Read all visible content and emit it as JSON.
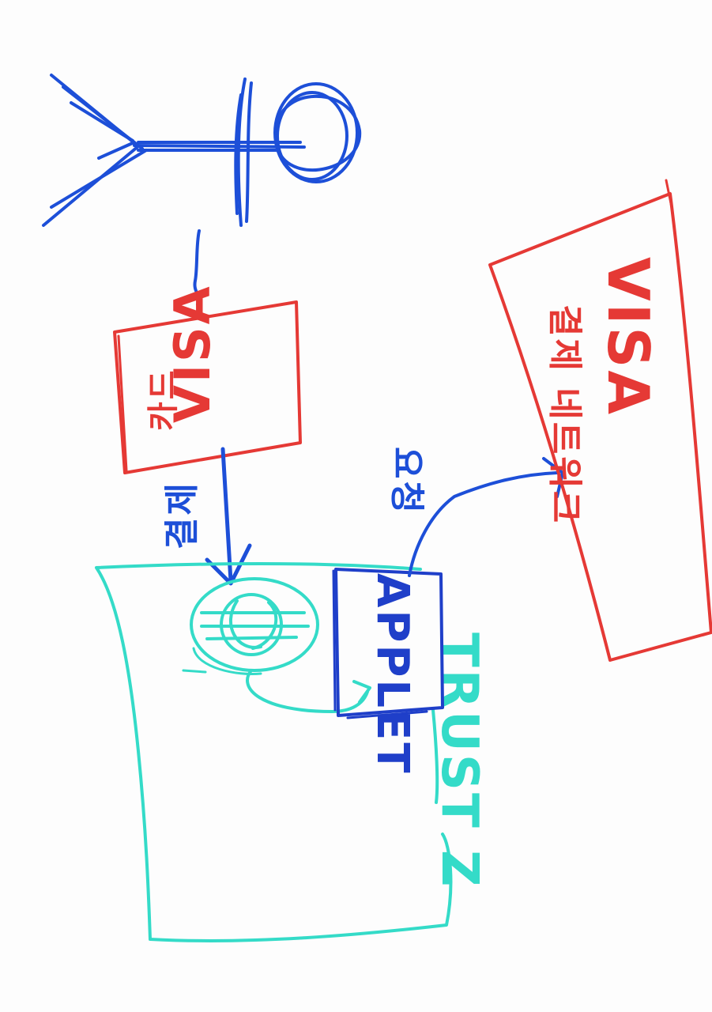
{
  "colors": {
    "actor": "#1d4fd8",
    "red": "#e53935",
    "teal": "#34dbc8",
    "blue_box": "#1f3fc9",
    "background": "#fdfdfd"
  },
  "diagram": {
    "actor": {
      "icon": "stick-figure-icon"
    },
    "visa_box": {
      "line1": "VISA",
      "line2": "카드"
    },
    "visa_network": {
      "line1": "VISA",
      "line2": "결제 네트워크"
    },
    "trust_zone": {
      "label": "TRUST Z"
    },
    "tee": {
      "icon": "coin-icon"
    },
    "applet_box": {
      "label": "APPLET"
    },
    "edge_labels": {
      "tap": "결제",
      "request": "요청"
    }
  }
}
